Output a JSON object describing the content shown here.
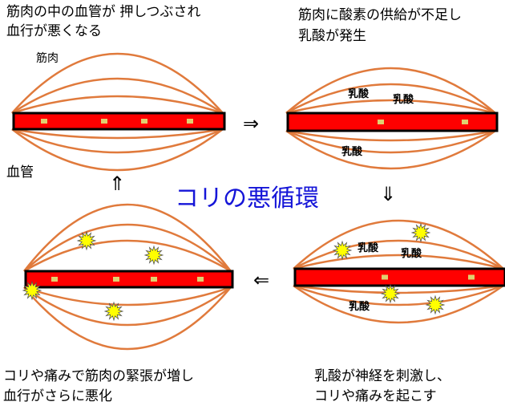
{
  "title": "コリの悪循環",
  "captions": {
    "step1_line1": "筋肉の中の血管が  押しつぶされ",
    "step1_line2": "血行が悪くなる",
    "step2_line1": "筋肉に酸素の供給が不足し",
    "step2_line2": "乳酸が発生",
    "step3_line1": "乳酸が神経を刺激し、",
    "step3_line2": "コリや痛みを起こす",
    "step4_line1": "コリや痛みで筋肉の緊張が増し",
    "step4_line2": "血行がさらに悪化"
  },
  "labels": {
    "muscle": "筋肉",
    "vessel": "血管",
    "lactic_acid": "乳酸"
  },
  "arrows": {
    "right": "⇒",
    "down": "⇓",
    "left": "⇐",
    "up": "⇑"
  },
  "colors": {
    "muscle": "#e07a3c",
    "vessel": "#ff0000",
    "vessel_border": "#000000",
    "title": "#1515d8",
    "pain": "#ffff00"
  }
}
